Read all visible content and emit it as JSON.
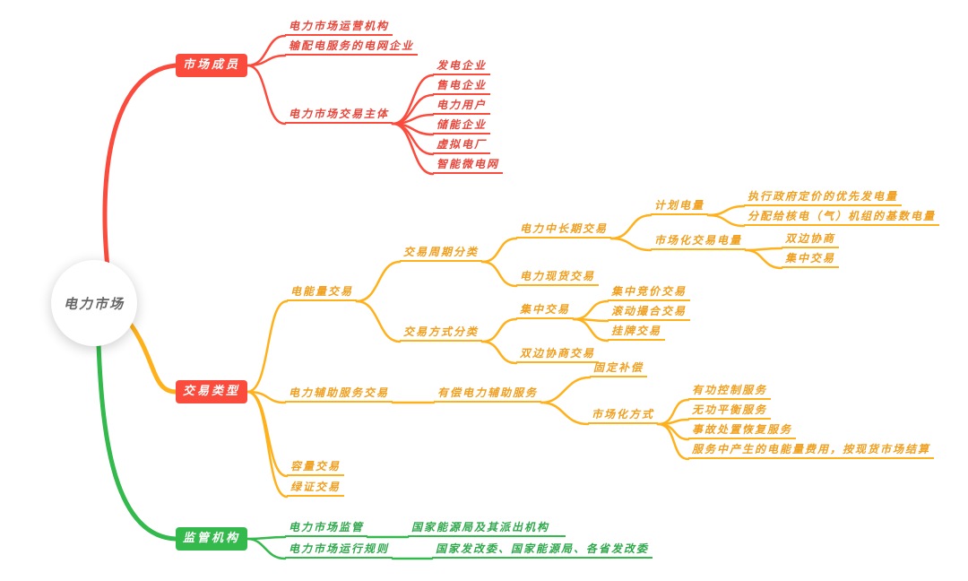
{
  "root_label": "电力市场",
  "colors": {
    "members_branch": "#fb4b3c",
    "types_branch": "#ffb11c",
    "regulators_branch": "#33b94c",
    "box_members": "#fb4b3c",
    "box_types": "#fb4b3c",
    "box_regulators": "#33b94c"
  },
  "branches": {
    "members": {
      "label": "市场成员",
      "operator": "电力市场运营机构",
      "grid": "输配电服务的电网企业",
      "entities": {
        "label": "电力市场交易主体",
        "items": [
          "发电企业",
          "售电企业",
          "电力用户",
          "储能企业",
          "虚拟电厂",
          "智能微电网"
        ]
      }
    },
    "types": {
      "label": "交易类型",
      "energy": {
        "label": "电能量交易",
        "by_period": {
          "label": "交易周期分类",
          "mid_long": {
            "label": "电力中长期交易",
            "planned": {
              "label": "计划电量",
              "items": [
                "执行政府定价的优先发电量",
                "分配给核电（气）机组的基数电量"
              ]
            },
            "market": {
              "label": "市场化交易电量",
              "items": [
                "双边协商",
                "集中交易"
              ]
            }
          },
          "spot": "电力现货交易"
        },
        "by_method": {
          "label": "交易方式分类",
          "centralized": {
            "label": "集中交易",
            "items": [
              "集中竞价交易",
              "滚动撮合交易",
              "挂牌交易"
            ]
          },
          "bilateral": "双边协商交易"
        }
      },
      "ancillary": {
        "label": "电力辅助服务交易",
        "paid": {
          "label": "有偿电力辅助服务",
          "fixed": "固定补偿",
          "market": {
            "label": "市场化方式",
            "items": [
              "有功控制服务",
              "无功平衡服务",
              "事故处置恢复服务",
              "服务中产生的电能量费用，按现货市场结算"
            ]
          }
        }
      },
      "capacity": "容量交易",
      "green_cert": "绿证交易"
    },
    "regulators": {
      "label": "监管机构",
      "supervision": {
        "label": "电力市场监管",
        "value": "国家能源局及其派出机构"
      },
      "rules": {
        "label": "电力市场运行规则",
        "value": "国家发改委、国家能源局、各省发改委"
      }
    }
  }
}
